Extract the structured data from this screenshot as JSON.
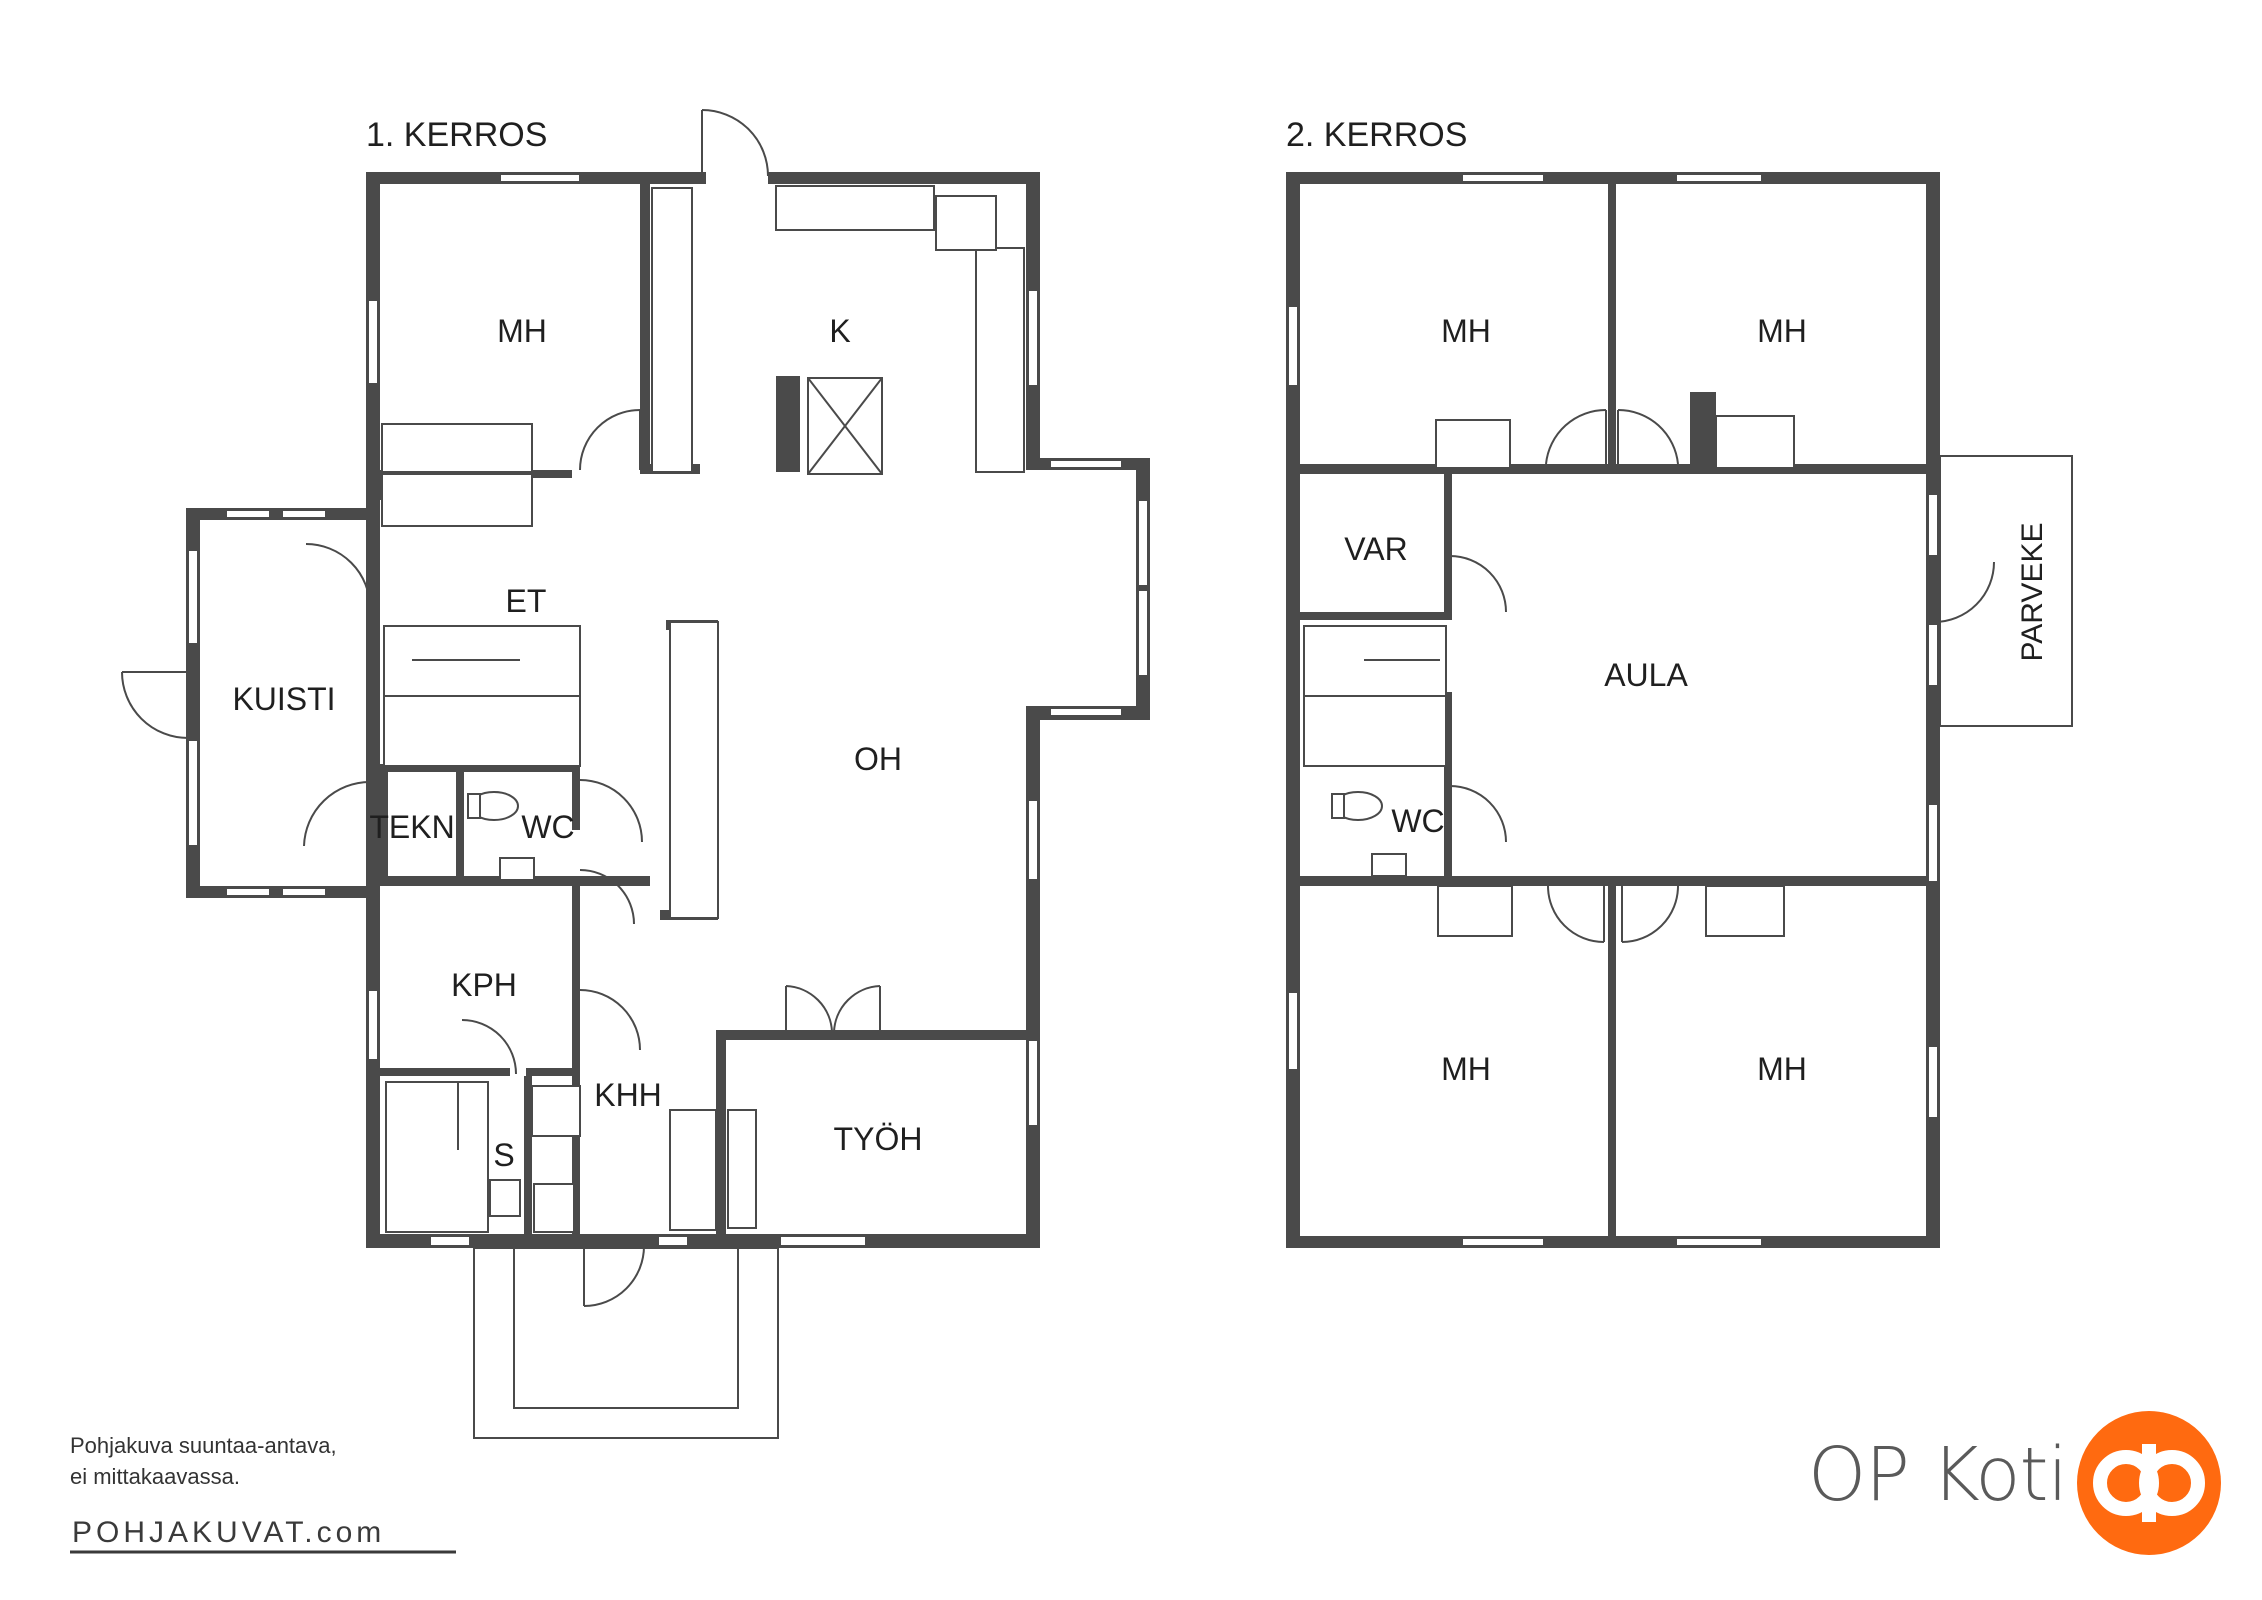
{
  "floors": {
    "floor1": {
      "title": "1. KERROS",
      "rooms": {
        "mh": "MH",
        "k": "K",
        "et": "ET",
        "kuisti": "KUISTI",
        "oh": "OH",
        "tekn": "TEKN",
        "wc": "WC",
        "kph": "KPH",
        "khh": "KHH",
        "s": "S",
        "tyoh": "TYÖH"
      }
    },
    "floor2": {
      "title": "2. KERROS",
      "rooms": {
        "mh1": "MH",
        "mh2": "MH",
        "mh3": "MH",
        "mh4": "MH",
        "var": "VAR",
        "aula": "AULA",
        "wc": "WC",
        "parveke": "PARVEKE"
      }
    }
  },
  "disclaimer": {
    "line1": "Pohjakuva suuntaa-antava,",
    "line2": "ei mittakaavassa."
  },
  "branding": {
    "maker": "POHJAKUVAT.com",
    "agency": "OP Koti",
    "agency_color": "#ff6a10"
  }
}
